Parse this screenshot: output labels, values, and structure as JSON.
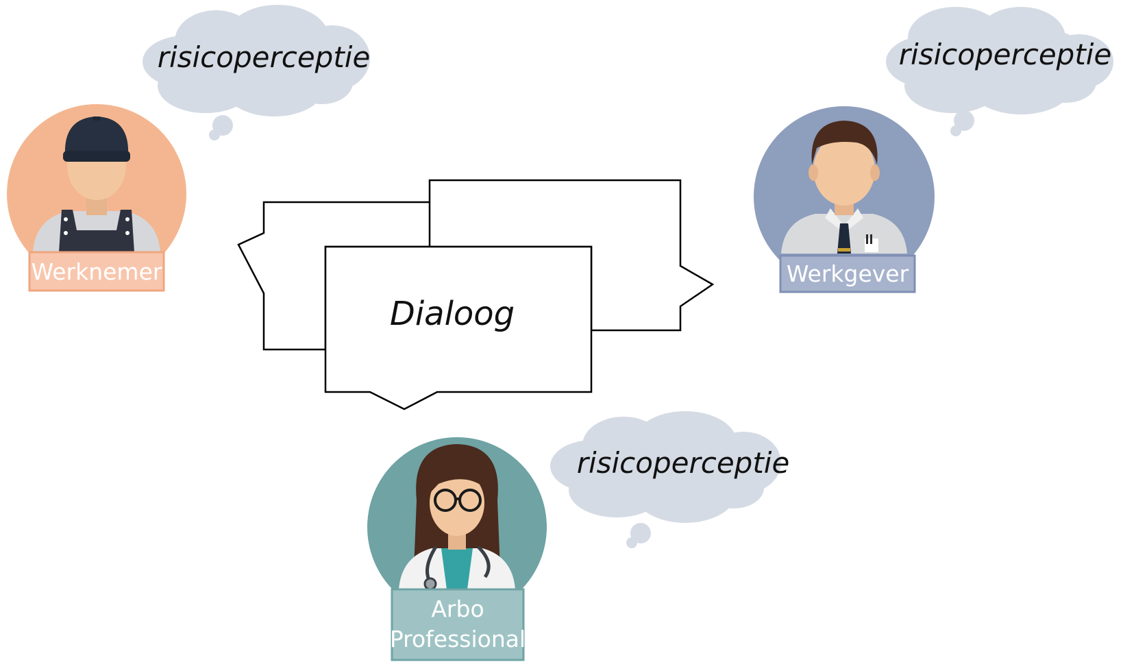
{
  "diagram": {
    "center_bubble_label": "Dialoog",
    "werknemer": {
      "label": "Werknemer",
      "thought": "risicoperceptie",
      "circle_color": "#f4b690",
      "label_fill": "#f8c6ad",
      "label_border": "#f0a57e"
    },
    "werkgever": {
      "label": "Werkgever",
      "thought": "risicoperceptie",
      "circle_color": "#8e9ebd",
      "label_fill": "#a7b3cc",
      "label_border": "#7f8fb3"
    },
    "arbo": {
      "label_line1": "Arbo",
      "label_line2": "Professional",
      "thought": "risicoperceptie",
      "circle_color": "#6fa3a4",
      "label_fill": "#9fc3c4",
      "label_border": "#6fa3a4"
    },
    "cloud_color": "#d5dbe4"
  }
}
